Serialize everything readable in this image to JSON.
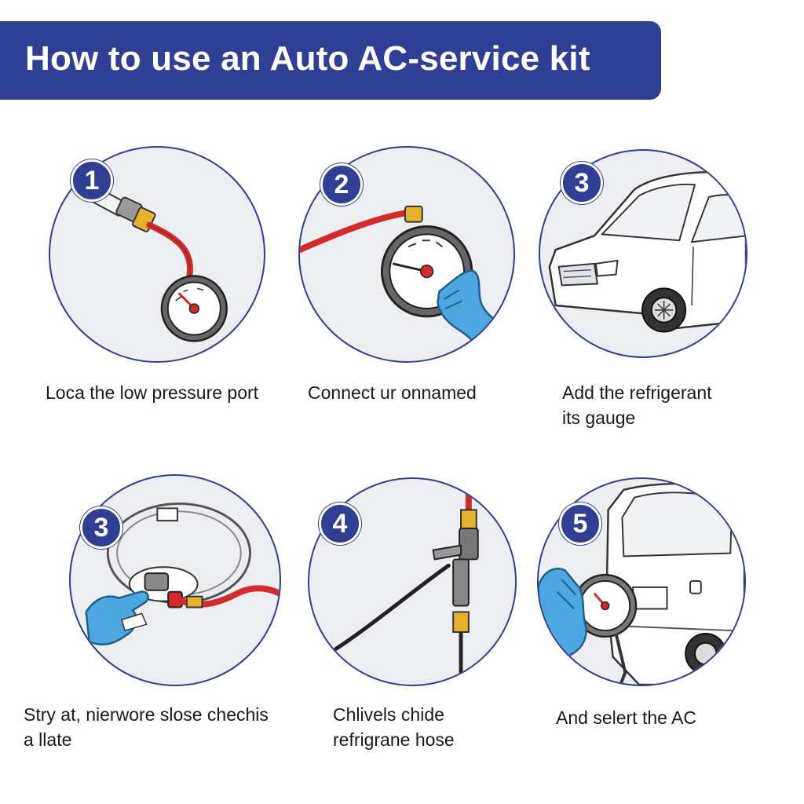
{
  "title": "How to use an Auto AC-service kit",
  "steps": [
    {
      "badge": "1",
      "caption": [
        "Loca the low pressure port"
      ],
      "icon": "gauge-hose-icon"
    },
    {
      "badge": "2",
      "caption": [
        "Connect ur onnamed"
      ],
      "icon": "gauge-in-gloved-hand-icon"
    },
    {
      "badge": "3",
      "caption": [
        "Add the refrigerant",
        "its gauge"
      ],
      "icon": "car-icon"
    },
    {
      "badge": "3",
      "caption": [
        "Stry at, nierwore slose chechis",
        "a llate"
      ],
      "icon": "port-connection-icon"
    },
    {
      "badge": "4",
      "caption": [
        "Chlivels chide",
        "refrigrane hose"
      ],
      "icon": "hose-valve-icon"
    },
    {
      "badge": "5",
      "caption": [
        "And selert the AC"
      ],
      "icon": "car-rear-gauge-icon"
    }
  ],
  "colors": {
    "accent": "#2e3f94",
    "hose": "#d42a2a",
    "glove": "#4da6e0",
    "fitting": "#e5b22e"
  }
}
